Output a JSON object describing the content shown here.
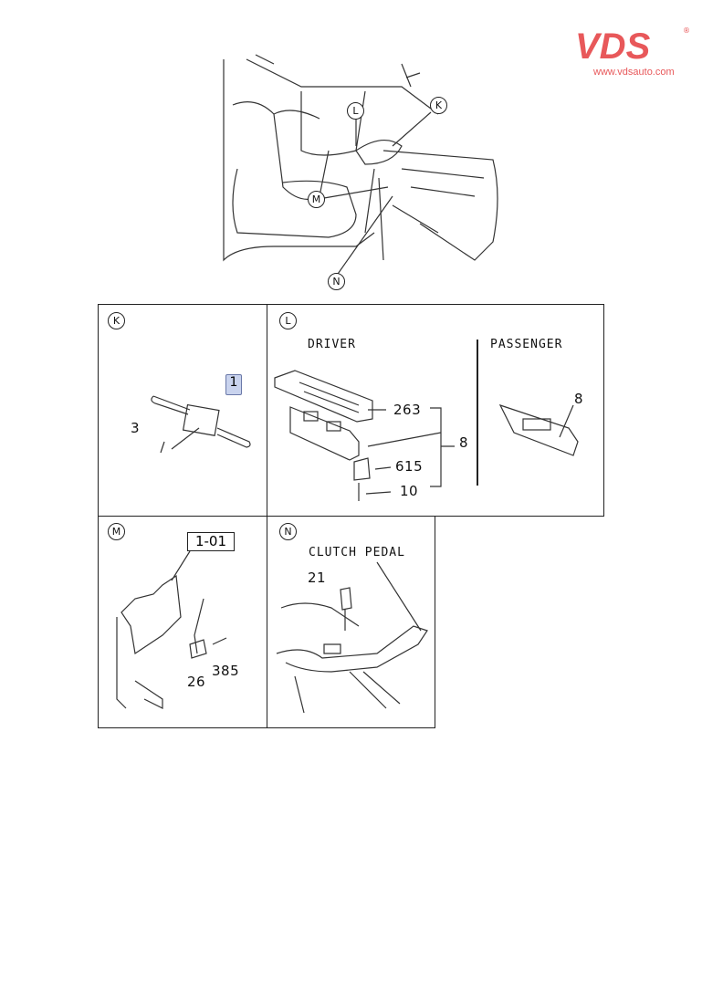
{
  "logo": {
    "brand": "VDS",
    "url": "www.vdsauto.com",
    "color": "#e8585a"
  },
  "overview": {
    "callouts": [
      "K",
      "L",
      "M",
      "N"
    ]
  },
  "panels": {
    "k": {
      "id": "K",
      "parts": [
        "1",
        "3"
      ]
    },
    "l": {
      "id": "L",
      "driver_caption": "DRIVER",
      "passenger_caption": "PASSENGER",
      "parts": [
        "263",
        "8",
        "615",
        "10"
      ],
      "passenger_part": "8"
    },
    "m": {
      "id": "M",
      "ref": "1-01",
      "parts": [
        "26",
        "385"
      ]
    },
    "n": {
      "id": "N",
      "caption": "CLUTCH PEDAL",
      "parts": [
        "21"
      ]
    }
  }
}
